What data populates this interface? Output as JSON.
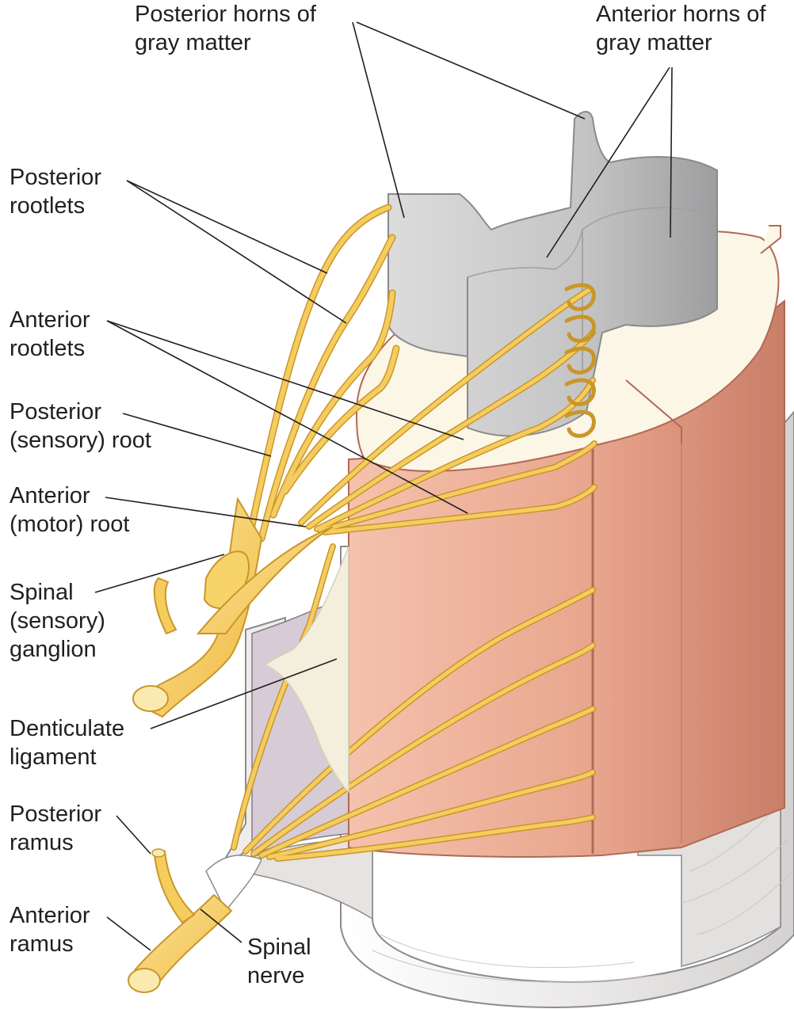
{
  "labels": {
    "posterior_horns": [
      "Posterior horns of",
      "gray matter"
    ],
    "anterior_horns": [
      "Anterior horns of",
      "gray matter"
    ],
    "posterior_rootlets": [
      "Posterior",
      "rootlets"
    ],
    "anterior_rootlets": [
      "Anterior",
      "rootlets"
    ],
    "posterior_root": [
      "Posterior",
      "(sensory) root"
    ],
    "anterior_root": [
      "Anterior",
      "(motor) root"
    ],
    "spinal_ganglion": [
      "Spinal",
      "(sensory)",
      "ganglion"
    ],
    "denticulate_ligament": [
      "Denticulate",
      "ligament"
    ],
    "posterior_ramus": [
      "Posterior",
      "ramus"
    ],
    "anterior_ramus": [
      "Anterior",
      "ramus"
    ],
    "spinal_nerve": [
      "Spinal",
      "nerve"
    ]
  },
  "colors": {
    "nerve": "#f2c24a",
    "nerve_light": "#fbe08a",
    "nerve_outline": "#c9962a",
    "gray_matter": "#c8c8c8",
    "gray_matter_dark": "#a9a9ab",
    "white_matter": "#fbf6e6",
    "pia": "#e8a48c",
    "pia_dark": "#c97e68",
    "dura": "#e8e6e4",
    "dura_outline": "#8c8a8c",
    "arachnoid": "#b9a6b6",
    "ligament": "#f3efdc",
    "leader": "#231f20"
  }
}
